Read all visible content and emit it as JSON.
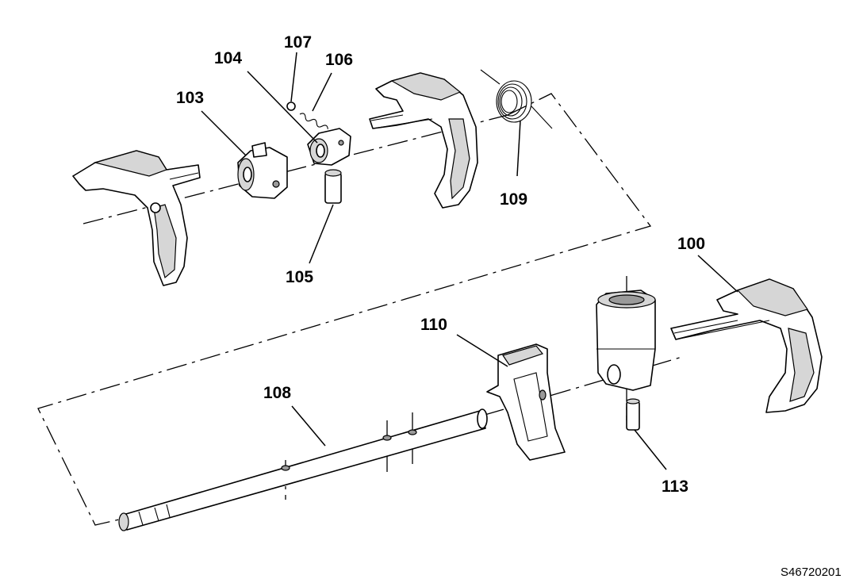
{
  "callouts": {
    "c100": "100",
    "c103": "103",
    "c104": "104",
    "c105": "105",
    "c106": "106",
    "c107": "107",
    "c108": "108",
    "c109": "109",
    "c110": "110",
    "c113": "113"
  },
  "figure_id": "S46720201"
}
